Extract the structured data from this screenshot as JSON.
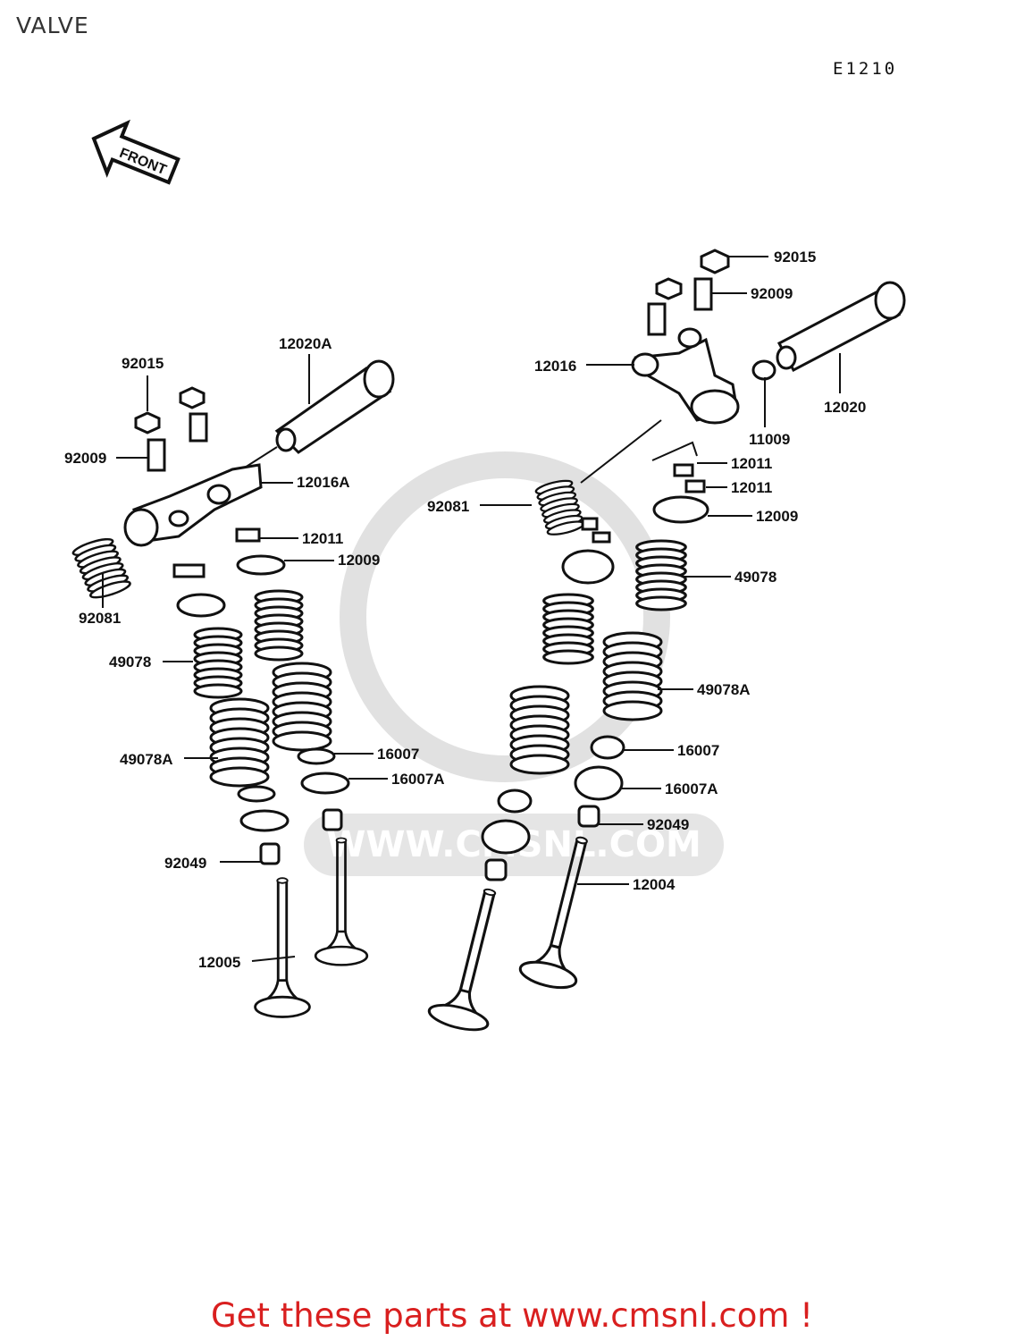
{
  "title": "VALVE",
  "diagram_code": "E1210",
  "front_label": "FRONT",
  "watermark_text": "WWW.CMSNL.COM",
  "banner": "Get these parts at www.cmsnl.com !",
  "colors": {
    "ink": "#111111",
    "banner": "#d91f1f",
    "watermark": "#d9d9d9"
  },
  "callouts": [
    "92015",
    "12020A",
    "92009",
    "12016A",
    "92081",
    "12011",
    "12009",
    "49078",
    "49078A",
    "16007",
    "16007A",
    "92049",
    "12005",
    "92015",
    "92009",
    "12016",
    "12020",
    "11009",
    "12011",
    "12011",
    "92081",
    "12009",
    "49078",
    "49078A",
    "16007",
    "16007A",
    "92049",
    "12004"
  ]
}
